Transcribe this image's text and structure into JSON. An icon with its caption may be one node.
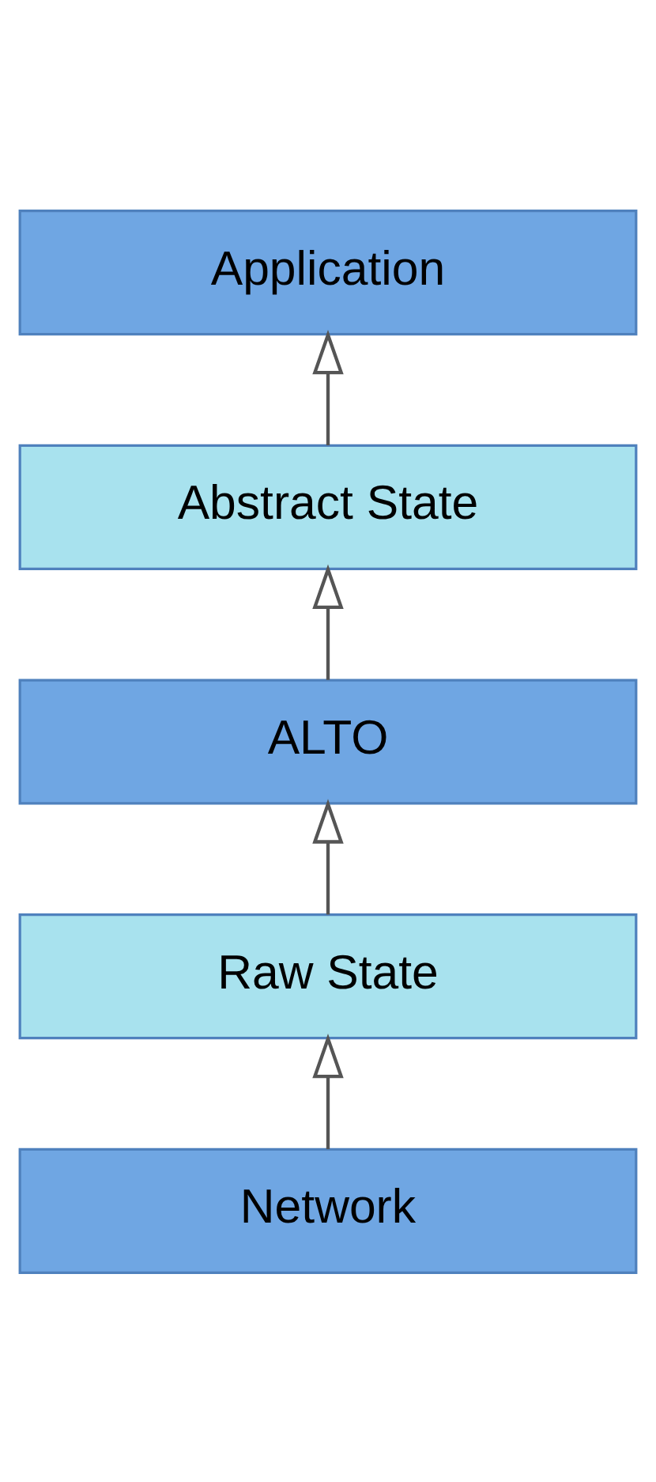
{
  "diagram": {
    "nodes": [
      {
        "text": [
          "Application"
        ]
      },
      {
        "text": [
          "Abstract State"
        ]
      },
      {
        "text": [
          "ALTO"
        ]
      },
      {
        "text": [
          "Raw State"
        ]
      },
      {
        "text": [
          "Network"
        ]
      }
    ],
    "edges": [
      {
        "from": 4,
        "to": 3,
        "arrow": "to"
      },
      {
        "from": 3,
        "to": 2,
        "arrow": "to"
      },
      {
        "from": 2,
        "to": 1,
        "arrow": "to"
      },
      {
        "from": 1,
        "to": 0,
        "arrow": "to"
      }
    ]
  }
}
